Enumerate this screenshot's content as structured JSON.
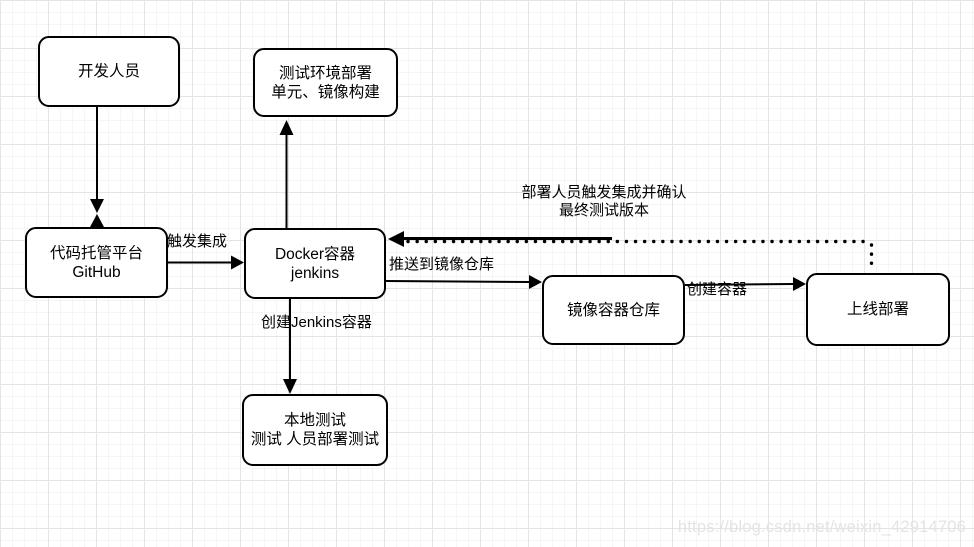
{
  "diagram": {
    "nodes": [
      {
        "id": "developer",
        "lines": [
          "开发人员",
          ""
        ]
      },
      {
        "id": "test-env-deploy",
        "lines": [
          "测试环境部署",
          "单元、镜像构建"
        ]
      },
      {
        "id": "code-hosting-github",
        "lines": [
          "代码托管平台",
          "GitHub"
        ]
      },
      {
        "id": "docker-jenkins",
        "lines": [
          "Docker容器",
          "jenkins"
        ]
      },
      {
        "id": "image-registry",
        "lines": [
          "镜像容器仓库",
          ""
        ]
      },
      {
        "id": "online-deploy",
        "lines": [
          "上线部署",
          ""
        ]
      },
      {
        "id": "local-test",
        "lines": [
          "本地测试",
          "测试 人员部署测试"
        ]
      }
    ],
    "edge_labels": [
      {
        "id": "trigger-integration",
        "text": "触发集成"
      },
      {
        "id": "push-to-registry",
        "text": "推送到镜像仓库"
      },
      {
        "id": "create-jenkins-container",
        "text": "创建Jenkins容器"
      },
      {
        "id": "create-container",
        "text": "创建容器"
      },
      {
        "id": "deployer-confirm",
        "line1": "部署人员触发集成并确认",
        "line2": "最终测试版本"
      }
    ],
    "colors": {
      "stroke": "#000000",
      "node_fill": "#ffffff",
      "grid_minor": "#f5f5f5",
      "grid_major": "#e4e4e4"
    }
  },
  "watermark": {
    "text": "https://blog.csdn.net/weixin_42914706"
  }
}
